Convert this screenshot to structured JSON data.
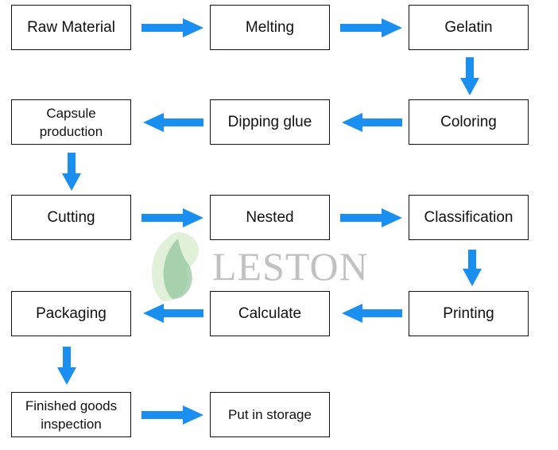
{
  "brand": {
    "name": "LESTON"
  },
  "colors": {
    "arrow": "#1a8fef",
    "box_border": "#111111",
    "logo_green_light": "#cfe8c0",
    "logo_green_dark": "#7fb98a"
  },
  "steps": {
    "raw_material": "Raw Material",
    "melting": "Melting",
    "gelatin": "Gelatin",
    "capsule_production": "Capsule production",
    "dipping_glue": "Dipping glue",
    "coloring": "Coloring",
    "cutting": "Cutting",
    "nested": "Nested",
    "classification": "Classification",
    "packaging": "Packaging",
    "calculate": "Calculate",
    "printing": "Printing",
    "finished_goods_inspection": "Finished goods inspection",
    "put_in_storage": "Put in storage"
  }
}
